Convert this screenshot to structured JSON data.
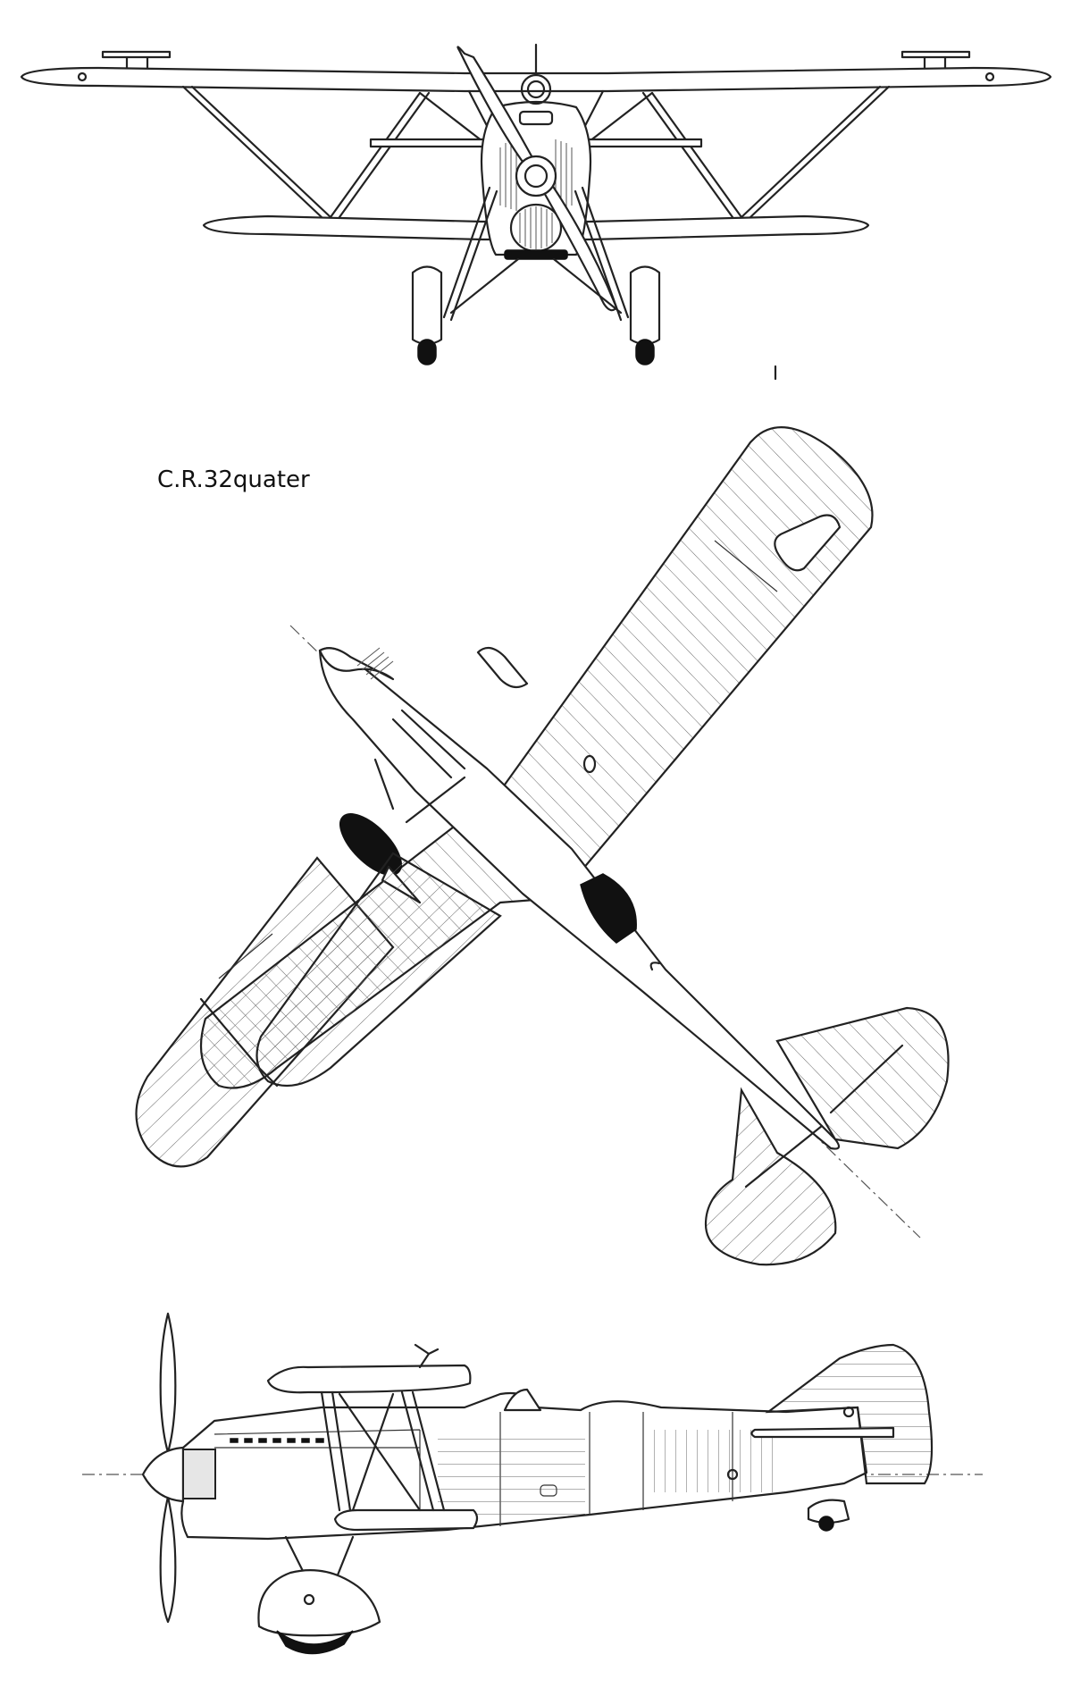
{
  "drawing": {
    "model_label": "C.R.32quater",
    "views": [
      "front-view",
      "plan-view",
      "side-view"
    ]
  },
  "colors": {
    "line": "#222222",
    "background": "#ffffff",
    "shadow": "#111111"
  }
}
